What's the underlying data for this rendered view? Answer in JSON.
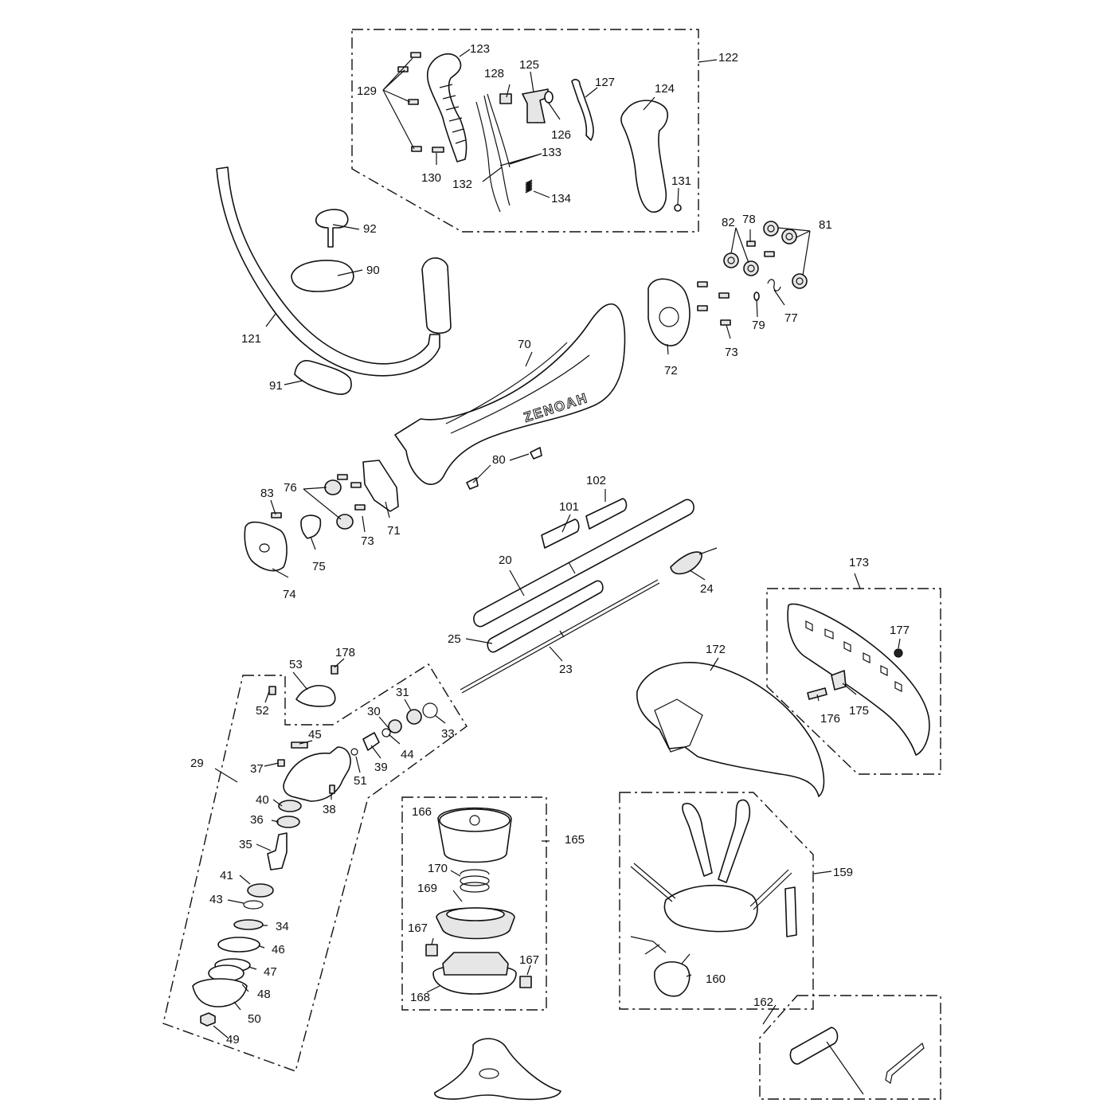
{
  "brand_text": "ZENOAH",
  "labels": [
    {
      "id": "123",
      "text": "123"
    },
    {
      "id": "122",
      "text": "122"
    },
    {
      "id": "129",
      "text": "129"
    },
    {
      "id": "128",
      "text": "128"
    },
    {
      "id": "125",
      "text": "125"
    },
    {
      "id": "127",
      "text": "127"
    },
    {
      "id": "124",
      "text": "124"
    },
    {
      "id": "126",
      "text": "126"
    },
    {
      "id": "133",
      "text": "133"
    },
    {
      "id": "130",
      "text": "130"
    },
    {
      "id": "132",
      "text": "132"
    },
    {
      "id": "134",
      "text": "134"
    },
    {
      "id": "131",
      "text": "131"
    },
    {
      "id": "92",
      "text": "92"
    },
    {
      "id": "90",
      "text": "90"
    },
    {
      "id": "121",
      "text": "121"
    },
    {
      "id": "91",
      "text": "91"
    },
    {
      "id": "82",
      "text": "82"
    },
    {
      "id": "78",
      "text": "78"
    },
    {
      "id": "81",
      "text": "81"
    },
    {
      "id": "77",
      "text": "77"
    },
    {
      "id": "79",
      "text": "79"
    },
    {
      "id": "72",
      "text": "72"
    },
    {
      "id": "73a",
      "text": "73"
    },
    {
      "id": "70",
      "text": "70"
    },
    {
      "id": "80",
      "text": "80"
    },
    {
      "id": "76",
      "text": "76"
    },
    {
      "id": "83",
      "text": "83"
    },
    {
      "id": "71",
      "text": "71"
    },
    {
      "id": "73b",
      "text": "73"
    },
    {
      "id": "75",
      "text": "75"
    },
    {
      "id": "74",
      "text": "74"
    },
    {
      "id": "102",
      "text": "102"
    },
    {
      "id": "101",
      "text": "101"
    },
    {
      "id": "20",
      "text": "20"
    },
    {
      "id": "24",
      "text": "24"
    },
    {
      "id": "25",
      "text": "25"
    },
    {
      "id": "23",
      "text": "23"
    },
    {
      "id": "173",
      "text": "173"
    },
    {
      "id": "177",
      "text": "177"
    },
    {
      "id": "172",
      "text": "172"
    },
    {
      "id": "176",
      "text": "176"
    },
    {
      "id": "175",
      "text": "175"
    },
    {
      "id": "53",
      "text": "53"
    },
    {
      "id": "178",
      "text": "178"
    },
    {
      "id": "52",
      "text": "52"
    },
    {
      "id": "31",
      "text": "31"
    },
    {
      "id": "30",
      "text": "30"
    },
    {
      "id": "33",
      "text": "33"
    },
    {
      "id": "45",
      "text": "45"
    },
    {
      "id": "44",
      "text": "44"
    },
    {
      "id": "29",
      "text": "29"
    },
    {
      "id": "37",
      "text": "37"
    },
    {
      "id": "39",
      "text": "39"
    },
    {
      "id": "51",
      "text": "51"
    },
    {
      "id": "40",
      "text": "40"
    },
    {
      "id": "38",
      "text": "38"
    },
    {
      "id": "36",
      "text": "36"
    },
    {
      "id": "35",
      "text": "35"
    },
    {
      "id": "41",
      "text": "41"
    },
    {
      "id": "43",
      "text": "43"
    },
    {
      "id": "34",
      "text": "34"
    },
    {
      "id": "46",
      "text": "46"
    },
    {
      "id": "47",
      "text": "47"
    },
    {
      "id": "48",
      "text": "48"
    },
    {
      "id": "50",
      "text": "50"
    },
    {
      "id": "49",
      "text": "49"
    },
    {
      "id": "166",
      "text": "166"
    },
    {
      "id": "165",
      "text": "165"
    },
    {
      "id": "170",
      "text": "170"
    },
    {
      "id": "169",
      "text": "169"
    },
    {
      "id": "167a",
      "text": "167"
    },
    {
      "id": "167b",
      "text": "167"
    },
    {
      "id": "168",
      "text": "168"
    },
    {
      "id": "159",
      "text": "159"
    },
    {
      "id": "160",
      "text": "160"
    },
    {
      "id": "162",
      "text": "162"
    }
  ]
}
